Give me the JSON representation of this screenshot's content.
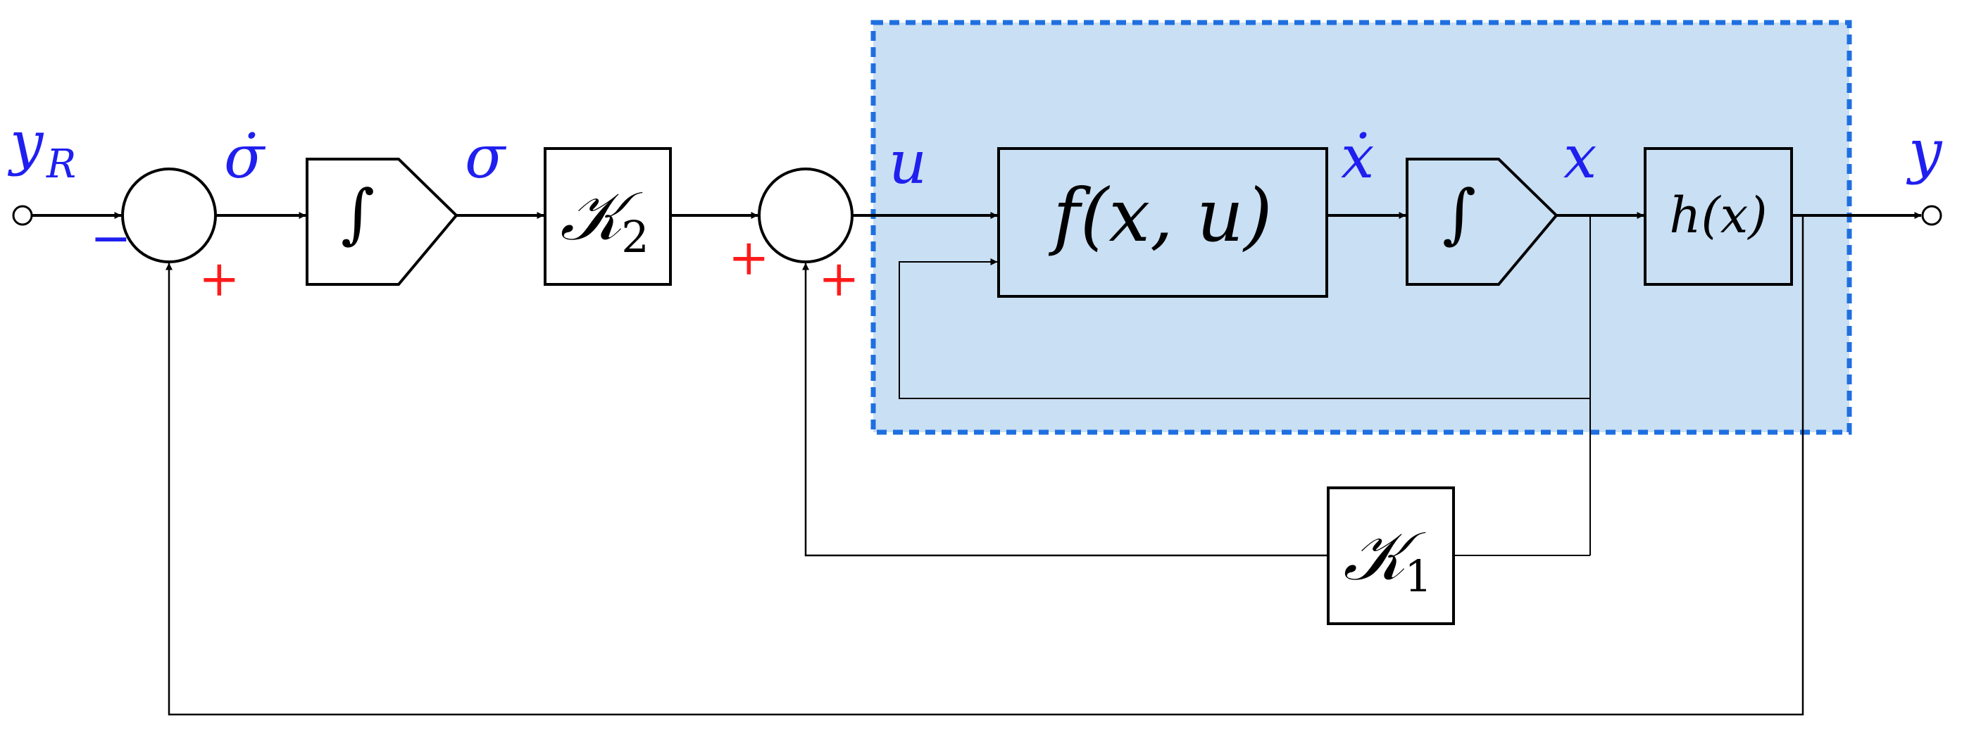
{
  "colors": {
    "signal_label": "#1f1ff0",
    "sign": "#ff1a1a",
    "plant_fill": "#c9dff3",
    "plant_border": "#1f6fe0",
    "line": "#000000",
    "plant_block_fill": "#c9dff3"
  },
  "signals": {
    "reference": "y",
    "reference_sub": "R",
    "sigma_dot": "σ̇",
    "sigma": "σ",
    "u": "u",
    "x_dot": "ẋ",
    "x": "x",
    "output": "y"
  },
  "blocks": {
    "integrator_1": "∫",
    "gain_2": "𝒦",
    "gain_2_sub": "2",
    "plant_f": "f(x, u)",
    "integrator_2": "∫",
    "output_h": "h(x)",
    "gain_1": "𝒦",
    "gain_1_sub": "1"
  },
  "signs": {
    "sum1_left": "−",
    "sum1_bottom": "+",
    "sum2_left": "+",
    "sum2_bottom": "+"
  }
}
